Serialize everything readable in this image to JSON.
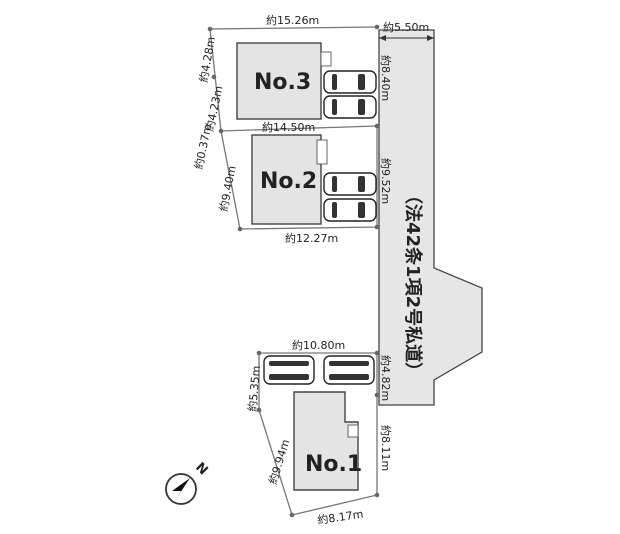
{
  "lots": {
    "no3": {
      "label": "No.3",
      "dims": {
        "top": "約15.26m",
        "bottom": "約14.50m",
        "right": "約8.40m",
        "left_upper": "約4.28m",
        "left_lower": "約4.23m"
      }
    },
    "no2": {
      "label": "No.2",
      "dims": {
        "bottom": "約12.27m",
        "right": "約9.52m",
        "left_upper": "約0.37m",
        "left_lower": "約9.40m"
      }
    },
    "no1": {
      "label": "No.1",
      "dims": {
        "top": "約10.80m",
        "right_upper": "約4.82m",
        "right_lower": "約8.11m",
        "left_upper": "約5.35m",
        "left_lower": "約9.94m",
        "bottom": "約8.17m"
      }
    }
  },
  "road": {
    "width": "約5.50m",
    "label": "（法42条1項2号私道）"
  },
  "compass": {
    "north": "N",
    "icon": "north-arrow-icon"
  },
  "colors": {
    "road_fill": "#e6e6e6",
    "house_fill": "#e4e4e4",
    "boundary": "#777777"
  }
}
